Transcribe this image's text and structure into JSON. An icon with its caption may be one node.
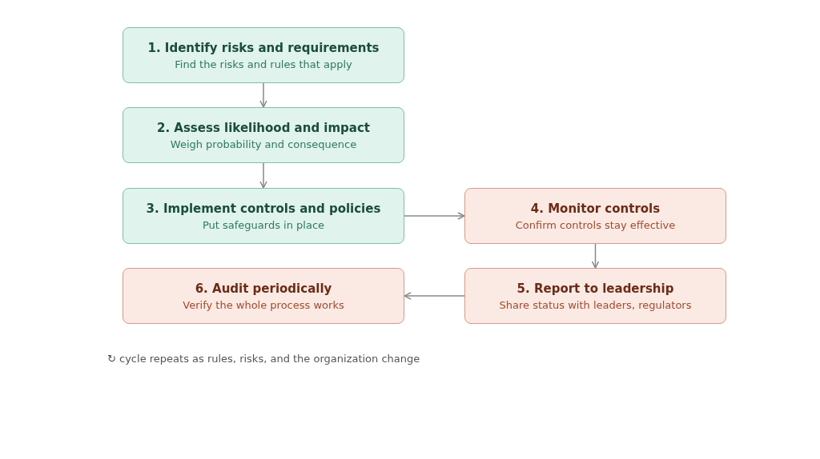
{
  "diagram": {
    "nodes": [
      {
        "text": [
          "1. Identify risks and requirements",
          "Find the risks and rules that apply"
        ]
      },
      {
        "text": [
          "2. Assess likelihood and impact",
          "Weigh probability and consequence"
        ]
      },
      {
        "text": [
          "3. Implement controls and policies",
          "Put safeguards in place"
        ]
      },
      {
        "text": [
          "4. Monitor controls",
          "Confirm controls stay effective"
        ]
      },
      {
        "text": [
          "5. Report to leadership",
          "Share status with leaders, regulators"
        ]
      },
      {
        "text": [
          "6. Audit periodically",
          "Verify the whole process works"
        ]
      }
    ],
    "edges": [
      {
        "from": 0,
        "to": 1,
        "arrow": "to"
      },
      {
        "from": 1,
        "to": 2,
        "arrow": "to"
      },
      {
        "from": 2,
        "to": 3,
        "arrow": "to"
      },
      {
        "from": 3,
        "to": 4,
        "arrow": "to"
      },
      {
        "from": 4,
        "to": 5,
        "arrow": "to"
      }
    ],
    "labels": [
      "↻ cycle repeats as rules, risks, and the organization change"
    ]
  }
}
